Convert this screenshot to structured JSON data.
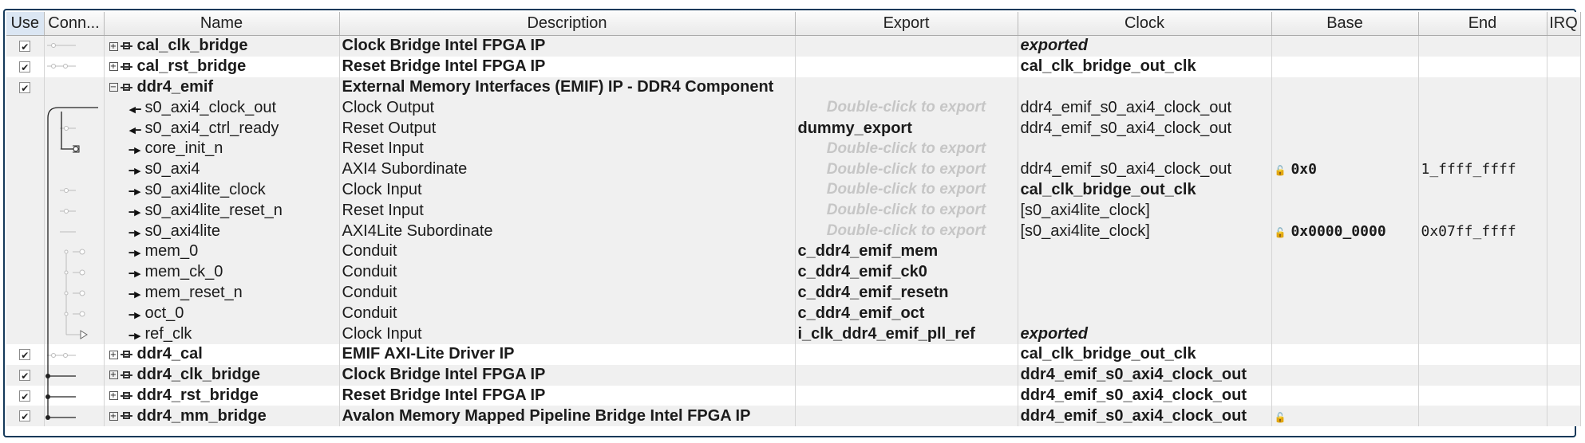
{
  "columns": {
    "use": "Use",
    "conn": "Conn...",
    "name": "Name",
    "description": "Description",
    "export": "Export",
    "clock": "Clock",
    "base": "Base",
    "end": "End",
    "irq": "IRQ"
  },
  "rows": [
    {
      "name": "cal_clk_bridge",
      "description": "Clock Bridge Intel FPGA IP",
      "export": "",
      "clock": "exported",
      "base": "",
      "end": ""
    },
    {
      "name": "cal_rst_bridge",
      "description": "Reset Bridge Intel FPGA IP",
      "export": "",
      "clock": "cal_clk_bridge_out_clk",
      "base": "",
      "end": ""
    },
    {
      "name": "ddr4_emif",
      "description": "External Memory Interfaces (EMIF) IP - DDR4 Component",
      "export": "",
      "clock": "",
      "base": "",
      "end": ""
    },
    {
      "name": "s0_axi4_clock_out",
      "description": "Clock Output",
      "export": "Double-click to export",
      "clock": "ddr4_emif_s0_axi4_clock_out",
      "base": "",
      "end": ""
    },
    {
      "name": "s0_axi4_ctrl_ready",
      "description": "Reset Output",
      "export": "dummy_export",
      "clock": "ddr4_emif_s0_axi4_clock_out",
      "base": "",
      "end": ""
    },
    {
      "name": "core_init_n",
      "description": "Reset Input",
      "export": "Double-click to export",
      "clock": "",
      "base": "",
      "end": ""
    },
    {
      "name": "s0_axi4",
      "description": "AXI4 Subordinate",
      "export": "Double-click to export",
      "clock": "ddr4_emif_s0_axi4_clock_out",
      "base": "0x0",
      "end": "1_ffff_ffff"
    },
    {
      "name": "s0_axi4lite_clock",
      "description": "Clock Input",
      "export": "Double-click to export",
      "clock": "cal_clk_bridge_out_clk",
      "base": "",
      "end": ""
    },
    {
      "name": "s0_axi4lite_reset_n",
      "description": "Reset Input",
      "export": "Double-click to export",
      "clock": "[s0_axi4lite_clock]",
      "base": "",
      "end": ""
    },
    {
      "name": "s0_axi4lite",
      "description": "AXI4Lite Subordinate",
      "export": "Double-click to export",
      "clock": "[s0_axi4lite_clock]",
      "base": "0x0000_0000",
      "end": "0x07ff_ffff"
    },
    {
      "name": "mem_0",
      "description": "Conduit",
      "export": "c_ddr4_emif_mem",
      "clock": "",
      "base": "",
      "end": ""
    },
    {
      "name": "mem_ck_0",
      "description": "Conduit",
      "export": "c_ddr4_emif_ck0",
      "clock": "",
      "base": "",
      "end": ""
    },
    {
      "name": "mem_reset_n",
      "description": "Conduit",
      "export": "c_ddr4_emif_resetn",
      "clock": "",
      "base": "",
      "end": ""
    },
    {
      "name": "oct_0",
      "description": "Conduit",
      "export": "c_ddr4_emif_oct",
      "clock": "",
      "base": "",
      "end": ""
    },
    {
      "name": "ref_clk",
      "description": "Clock Input",
      "export": "i_clk_ddr4_emif_pll_ref",
      "clock": "exported",
      "base": "",
      "end": ""
    },
    {
      "name": "ddr4_cal",
      "description": "EMIF AXI-Lite Driver IP",
      "export": "",
      "clock": "cal_clk_bridge_out_clk",
      "base": "",
      "end": ""
    },
    {
      "name": "ddr4_clk_bridge",
      "description": "Clock Bridge Intel FPGA IP",
      "export": "",
      "clock": "ddr4_emif_s0_axi4_clock_out",
      "base": "",
      "end": ""
    },
    {
      "name": "ddr4_rst_bridge",
      "description": "Reset Bridge Intel FPGA IP",
      "export": "",
      "clock": "ddr4_emif_s0_axi4_clock_out",
      "base": "",
      "end": ""
    },
    {
      "name": "ddr4_mm_bridge",
      "description": "Avalon Memory Mapped Pipeline Bridge Intel FPGA IP",
      "export": "",
      "clock": "ddr4_emif_s0_axi4_clock_out",
      "base": "",
      "end": ""
    }
  ],
  "icons": {
    "checkbox": "checkbox-checked-icon",
    "expand": "expand-plus-icon",
    "collapse": "collapse-minus-icon",
    "module": "module-icon",
    "interface_out": "interface-out-icon",
    "interface_in": "interface-in-icon",
    "lock": "lock-icon"
  },
  "colors": {
    "frame": "#14395a",
    "ghost_text": "#c6c6c6",
    "row_alt": "#f0f0f0"
  }
}
